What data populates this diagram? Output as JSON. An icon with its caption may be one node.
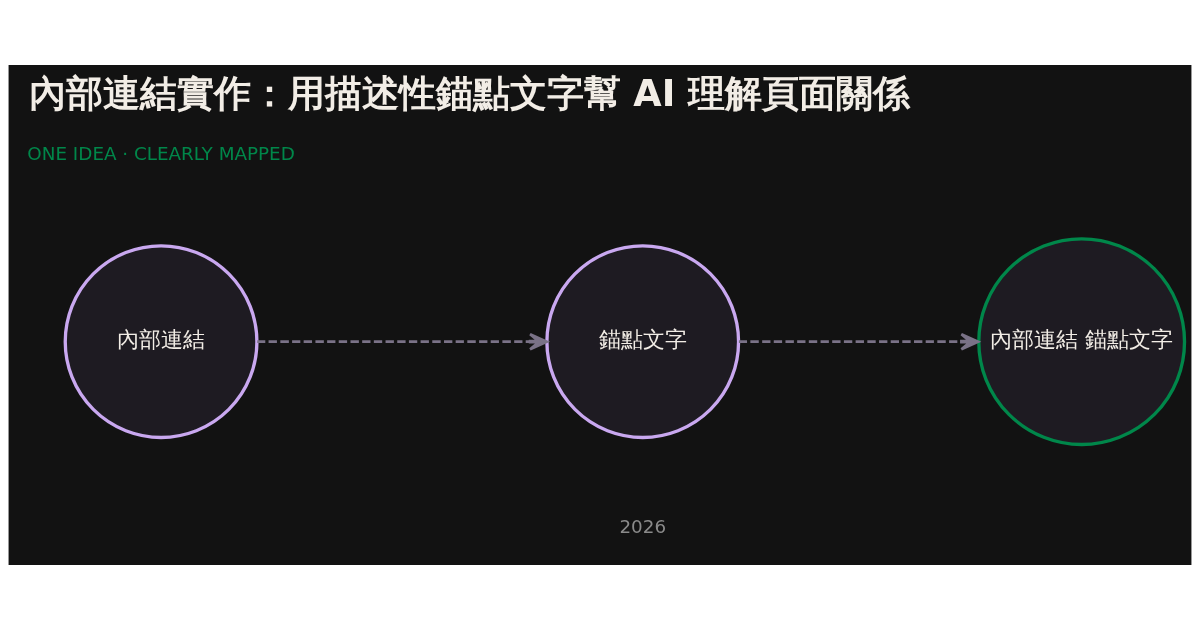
{
  "diagram": {
    "title": "內部連結實作：用描述性錨點文字幫 AI 理解頁面關係",
    "nodes": [
      {
        "text": [
          "內部連結"
        ]
      },
      {
        "text": [
          "錨點文字"
        ]
      },
      {
        "text": [
          "內部連結 錨點文字"
        ]
      }
    ],
    "edges": [
      {
        "from": 0,
        "to": 1,
        "arrow": "to",
        "style": "dashed"
      },
      {
        "from": 1,
        "to": 2,
        "arrow": "to",
        "style": "dashed"
      }
    ],
    "labels": [
      "ONE IDEA · CLEARLY MAPPED",
      "2026"
    ]
  }
}
